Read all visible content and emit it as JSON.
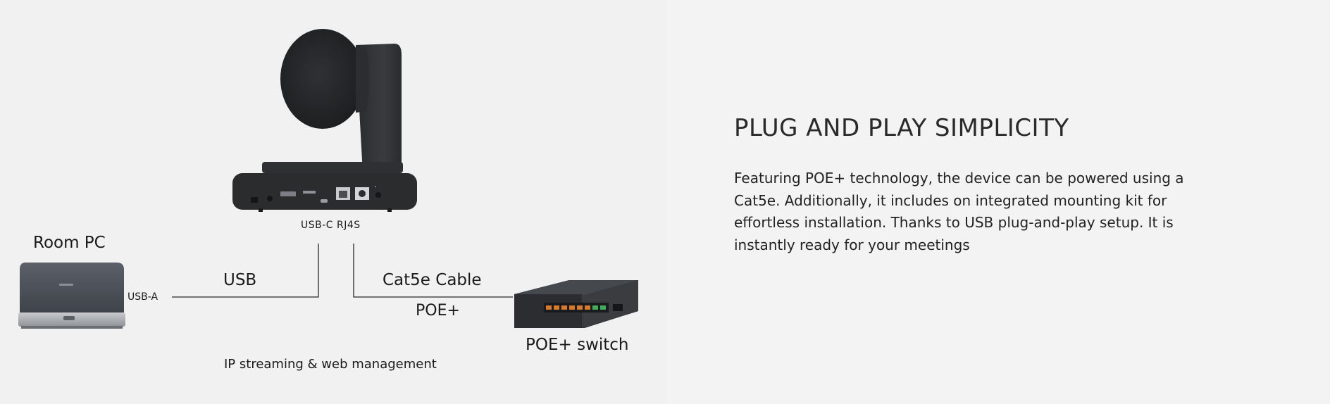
{
  "diagram": {
    "room_pc_label": "Room PC",
    "usb_label": "USB",
    "usb_a_label": "USB-A",
    "cat5e_label": "Cat5e Cable",
    "poe_label": "POE+",
    "switch_label": "POE+ switch",
    "ports_label": "USB-C RJ4S",
    "streaming_label": "IP streaming & web management"
  },
  "feature": {
    "title": "PLUG AND PLAY SIMPLICITY",
    "description": "Featuring POE+ technology, the device can be powered using a Cat5e. Additionally, it includes on integrated mounting kit for effortless installation. Thanks to USB plug-and-play setup. It is instantly ready for your meetings"
  },
  "colors": {
    "background": "#f2f2f3",
    "device_dark": "#2b2c2e",
    "switch_body": "#3a3c40",
    "port_orange": "#d97a2b",
    "port_green": "#3fae5a"
  }
}
